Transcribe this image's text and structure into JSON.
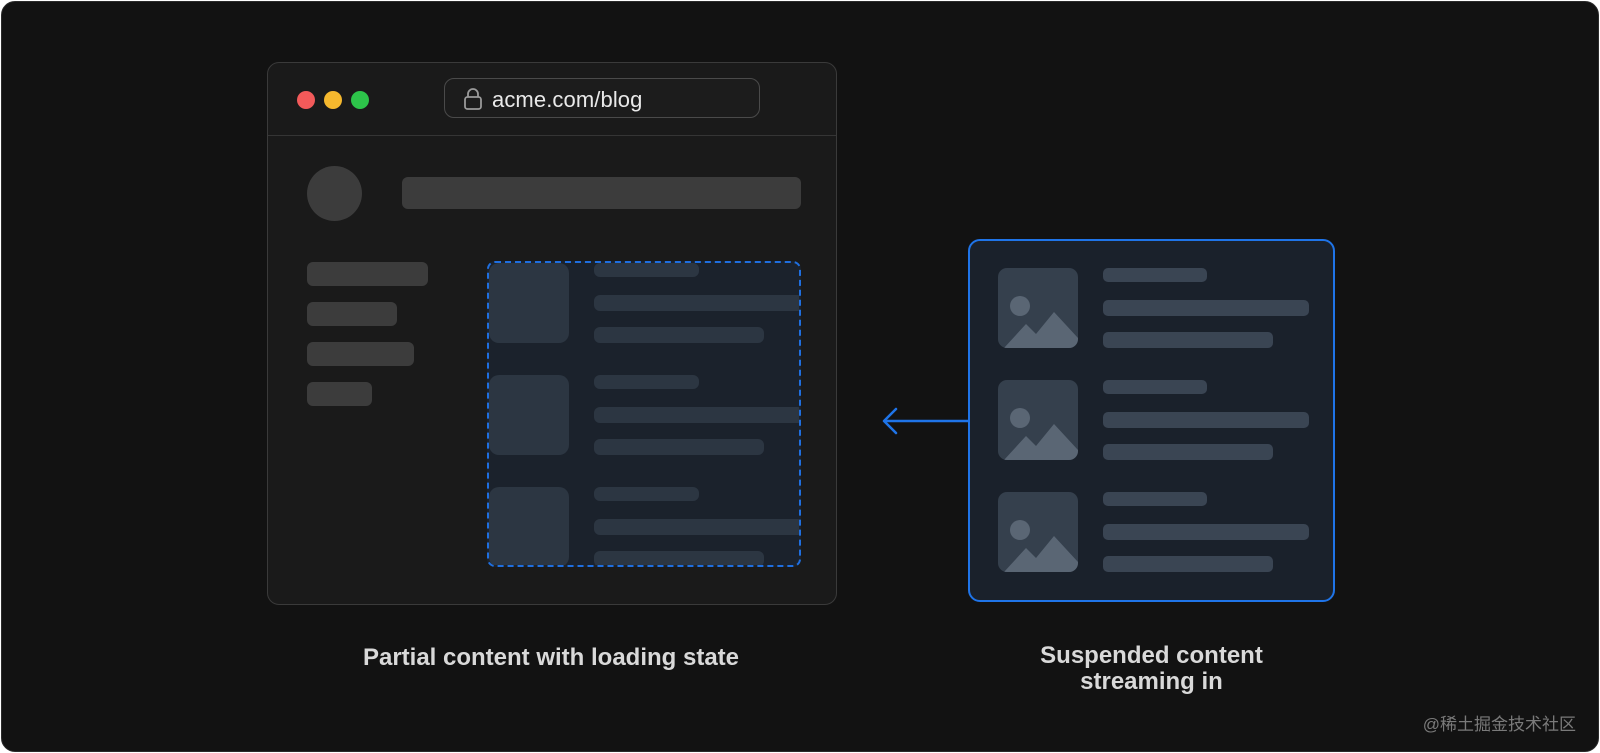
{
  "browser": {
    "url": "acme.com/blog",
    "traffic_lights": [
      "#f25a5a",
      "#f5b82e",
      "#2dc44a"
    ]
  },
  "captions": {
    "left": "Partial content with loading state",
    "right_line1": "Suspended content",
    "right_line2": "streaming in"
  },
  "watermark": "@稀土掘金技术社区",
  "colors": {
    "background": "#121212",
    "accent_blue": "#1f6fe0",
    "skeleton": "#3c3c3c",
    "skeleton_blue": "#2c3642"
  },
  "icons": [
    "lock-icon",
    "image-placeholder-icon",
    "arrow-left-icon"
  ]
}
